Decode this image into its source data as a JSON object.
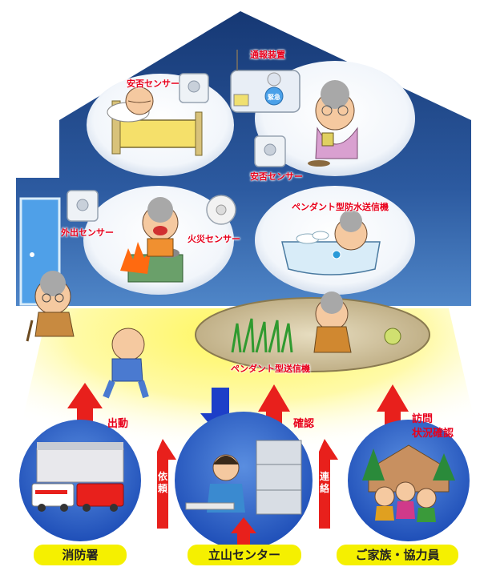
{
  "labels": {
    "tsuho": "通報装置",
    "anpi1": "安否センサー",
    "anpi2": "安否センサー",
    "gaishutsu": "外出センサー",
    "kasai": "火災センサー",
    "pendant_bath": "ペンダント型防水送信機",
    "pendant": "ペンダント型送信機",
    "device_btn": "緊急"
  },
  "actions": {
    "shutsudo": "出動",
    "kakunin": "確認",
    "houmon_1": "訪問",
    "houmon_2": "状況確認",
    "irai": "依頼",
    "renraku": "連絡"
  },
  "nodes": {
    "fire": "消防署",
    "center": "立山センター",
    "family": "ご家族・協力員"
  },
  "colors": {
    "house_dark": "#1b3f7a",
    "house_light": "#4d7fc0",
    "arrow_red": "#e8201c",
    "arrow_blue": "#1d3fc8",
    "pill_yellow": "#f5f000",
    "glow_yellow": "#fff65a"
  }
}
